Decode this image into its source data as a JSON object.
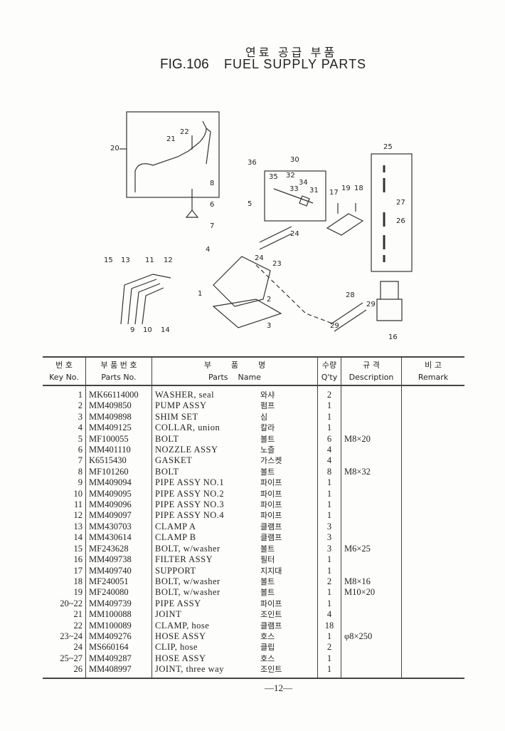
{
  "title": {
    "korean": "연료 공급 부품",
    "fig": "FIG.106",
    "english": "FUEL SUPPLY PARTS"
  },
  "callouts": [
    "20",
    "21",
    "22",
    "8",
    "6",
    "7",
    "36",
    "30",
    "35",
    "32",
    "34",
    "33",
    "31",
    "5",
    "17",
    "19",
    "18",
    "25",
    "27",
    "26",
    "24",
    "24",
    "23",
    "4",
    "1",
    "2",
    "3",
    "15",
    "13",
    "11",
    "12",
    "9",
    "10",
    "14",
    "28",
    "29",
    "29",
    "16"
  ],
  "table": {
    "headers": {
      "key_ko": "번 호",
      "key_en": "Key No.",
      "pn_ko": "부 품 번 호",
      "pn_en": "Parts No.",
      "name_ko": "부        품        명",
      "name_en": "Parts    Name",
      "qty_ko": "수량",
      "qty_en": "Q'ty",
      "desc_ko": "규  격",
      "desc_en": "Description",
      "rem_ko": "비  고",
      "rem_en": "Remark"
    },
    "rows": [
      {
        "key": "1",
        "pn": "MK66114000",
        "name": "WASHER, seal",
        "ko": "와샤",
        "qty": "2",
        "desc": ""
      },
      {
        "key": "2",
        "pn": "MM409850",
        "name": "PUMP ASSY",
        "ko": "펌프",
        "qty": "1",
        "desc": ""
      },
      {
        "key": "3",
        "pn": "MM409898",
        "name": "SHIM SET",
        "ko": "심",
        "qty": "1",
        "desc": ""
      },
      {
        "key": "4",
        "pn": "MM409125",
        "name": "COLLAR, union",
        "ko": "칼라",
        "qty": "1",
        "desc": ""
      },
      {
        "key": "5",
        "pn": "MF100055",
        "name": "BOLT",
        "ko": "볼트",
        "qty": "6",
        "desc": "M8×20"
      },
      {
        "key": "6",
        "pn": "MM401110",
        "name": "NOZZLE ASSY",
        "ko": "노즐",
        "qty": "4",
        "desc": ""
      },
      {
        "key": "7",
        "pn": "K6515430",
        "name": "GASKET",
        "ko": "가스켓",
        "qty": "4",
        "desc": ""
      },
      {
        "key": "8",
        "pn": "MF101260",
        "name": "BOLT",
        "ko": "볼트",
        "qty": "8",
        "desc": "M8×32"
      },
      {
        "key": "9",
        "pn": "MM409094",
        "name": "PIPE ASSY NO.1",
        "ko": "파이프",
        "qty": "1",
        "desc": ""
      },
      {
        "key": "10",
        "pn": "MM409095",
        "name": "PIPE ASSY NO.2",
        "ko": "파이프",
        "qty": "1",
        "desc": ""
      },
      {
        "key": "11",
        "pn": "MM409096",
        "name": "PIPE ASSY NO.3",
        "ko": "파이프",
        "qty": "1",
        "desc": ""
      },
      {
        "key": "12",
        "pn": "MM409097",
        "name": "PIPE ASSY NO.4",
        "ko": "파이프",
        "qty": "1",
        "desc": ""
      },
      {
        "key": "13",
        "pn": "MM430703",
        "name": "CLAMP A",
        "ko": "클램프",
        "qty": "3",
        "desc": ""
      },
      {
        "key": "14",
        "pn": "MM430614",
        "name": "CLAMP B",
        "ko": "클램프",
        "qty": "3",
        "desc": ""
      },
      {
        "key": "15",
        "pn": "MF243628",
        "name": "BOLT, w/washer",
        "ko": "볼트",
        "qty": "3",
        "desc": "M6×25"
      },
      {
        "key": "16",
        "pn": "MM409738",
        "name": "FILTER ASSY",
        "ko": "필터",
        "qty": "1",
        "desc": ""
      },
      {
        "key": "17",
        "pn": "MM409740",
        "name": "SUPPORT",
        "ko": "지지대",
        "qty": "1",
        "desc": ""
      },
      {
        "key": "18",
        "pn": "MF240051",
        "name": "BOLT, w/washer",
        "ko": "볼트",
        "qty": "2",
        "desc": "M8×16"
      },
      {
        "key": "19",
        "pn": "MF240080",
        "name": "BOLT, w/washer",
        "ko": "볼트",
        "qty": "1",
        "desc": "M10×20"
      },
      {
        "key": "20~22",
        "pn": "MM409739",
        "name": "PIPE ASSY",
        "ko": "파이프",
        "qty": "1",
        "desc": ""
      },
      {
        "key": "21",
        "pn": "MM100088",
        "name": "JOINT",
        "ko": "조인트",
        "qty": "4",
        "desc": ""
      },
      {
        "key": "22",
        "pn": "MM100089",
        "name": "CLAMP, hose",
        "ko": "클램프",
        "qty": "18",
        "desc": ""
      },
      {
        "key": "23~24",
        "pn": "MM409276",
        "name": "HOSE ASSY",
        "ko": "호스",
        "qty": "1",
        "desc": "φ8×250"
      },
      {
        "key": "24",
        "pn": "MS660164",
        "name": "CLIP, hose",
        "ko": "클립",
        "qty": "2",
        "desc": ""
      },
      {
        "key": "25~27",
        "pn": "MM409287",
        "name": "HOSE ASSY",
        "ko": "호스",
        "qty": "1",
        "desc": ""
      },
      {
        "key": "26",
        "pn": "MM408997",
        "name": "JOINT, three way",
        "ko": "조인트",
        "qty": "1",
        "desc": ""
      }
    ]
  },
  "page_number": "—12—"
}
